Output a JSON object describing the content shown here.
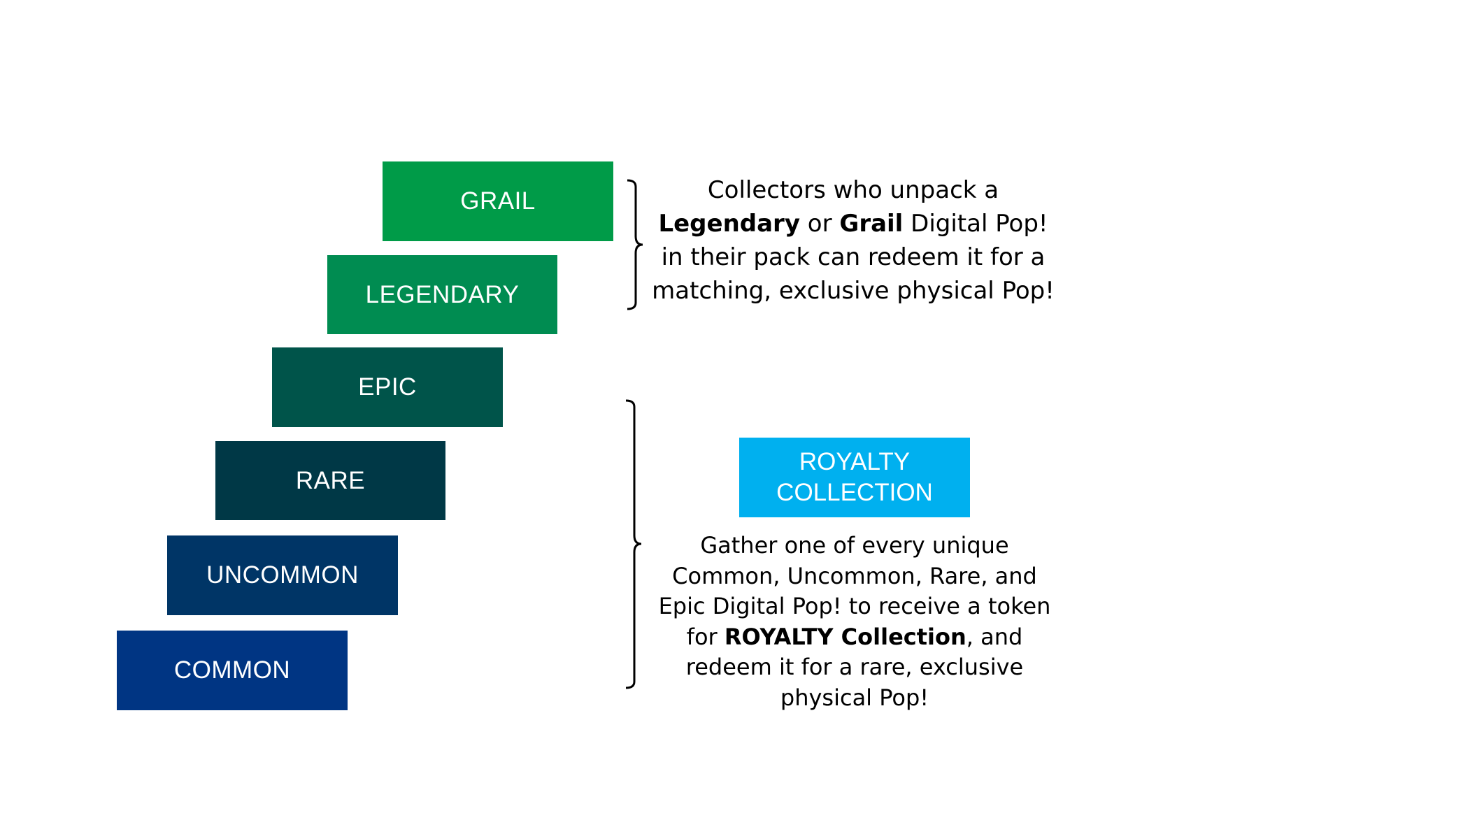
{
  "tiers": {
    "grail": {
      "label": "GRAIL",
      "color": "#009B48"
    },
    "legendary": {
      "label": "LEGENDARY",
      "color": "#008C51"
    },
    "epic": {
      "label": "EPIC",
      "color": "#00544A"
    },
    "rare": {
      "label": "RARE",
      "color": "#003846"
    },
    "uncommon": {
      "label": "UNCOMMON",
      "color": "#003566"
    },
    "common": {
      "label": "COMMON",
      "color": "#003583"
    }
  },
  "legendary_grail_info": {
    "line1": "Collectors who unpack a",
    "line2_bold_a": "Legendary",
    "line2_mid": " or ",
    "line2_bold_b": "Grail",
    "line2_end": " Digital Pop!",
    "line3": "in their pack can redeem it for a",
    "line4": "matching, exclusive physical Pop!"
  },
  "royalty": {
    "badge_line1": "ROYALTY",
    "badge_line2": "COLLECTION",
    "badge_color": "#00B0EF",
    "line1": "Gather one of every unique",
    "line2": "Common, Uncommon, Rare, and",
    "line3": "Epic Digital Pop! to receive a token",
    "line4_start": "for ",
    "line4_bold": "ROYALTY Collection",
    "line4_end": ", and",
    "line5": "redeem it for a rare, exclusive",
    "line6": "physical Pop!"
  },
  "bracket_color": "#000000"
}
